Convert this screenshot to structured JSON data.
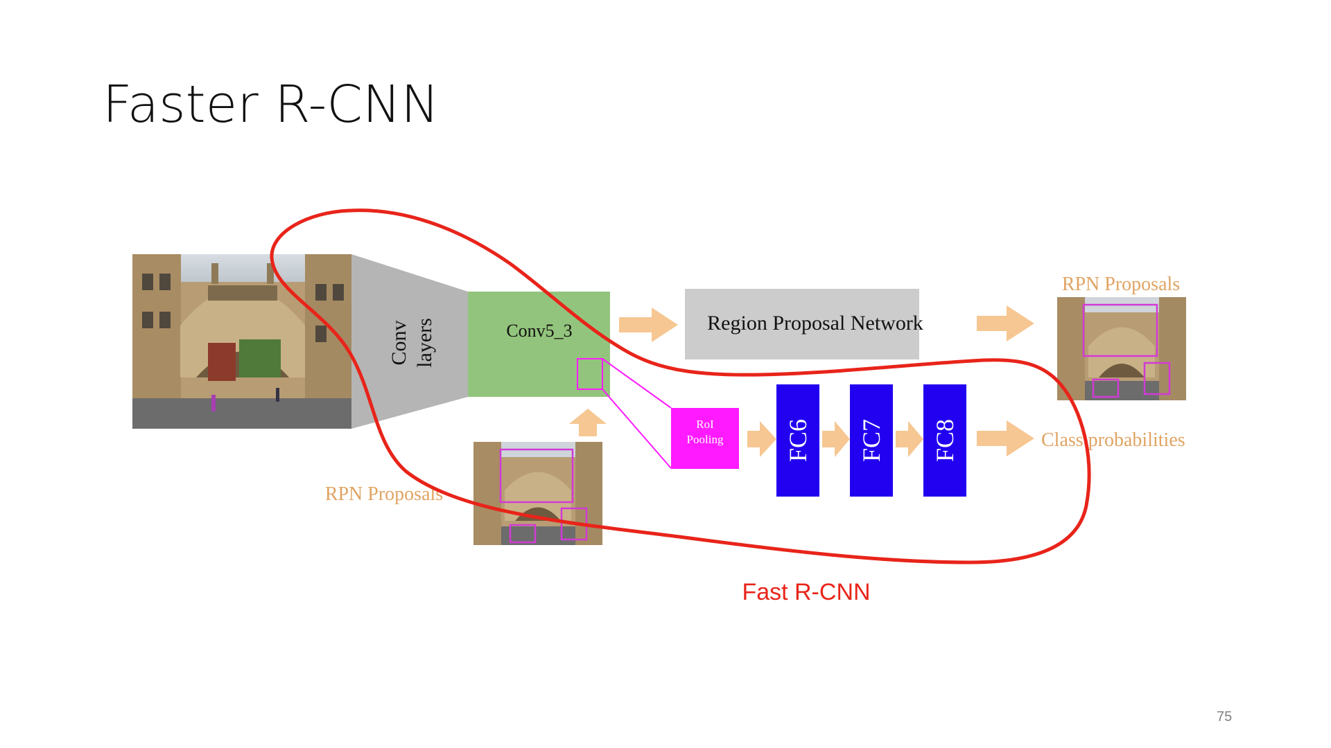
{
  "slide": {
    "title": "Faster R-CNN",
    "page_number": "75"
  },
  "diagram": {
    "conv_layers_line1": "Conv",
    "conv_layers_line2": "layers",
    "conv5_label": "Conv5_3",
    "rpn_label": "Region Proposal Network",
    "rpn_proposals_top": "RPN Proposals",
    "rpn_proposals_bottom": "RPN Proposals",
    "roi_line1": "RoI",
    "roi_line2": "Pooling",
    "fc6": "FC6",
    "fc7": "FC7",
    "fc8": "FC8",
    "class_probabilities": "Class probabilities",
    "fast_rcnn_label": "Fast R-CNN"
  },
  "colors": {
    "conv_gray": "#b5b5b5",
    "conv5_green": "#93c47d",
    "rpn_gray": "#cccccc",
    "arrow_peach": "#f6c792",
    "label_orange": "#e0a463",
    "roi_magenta": "#ff1aff",
    "fc_blue": "#2200f0",
    "outline_red": "#e8241a",
    "proposal_box": "#d23ad6"
  }
}
